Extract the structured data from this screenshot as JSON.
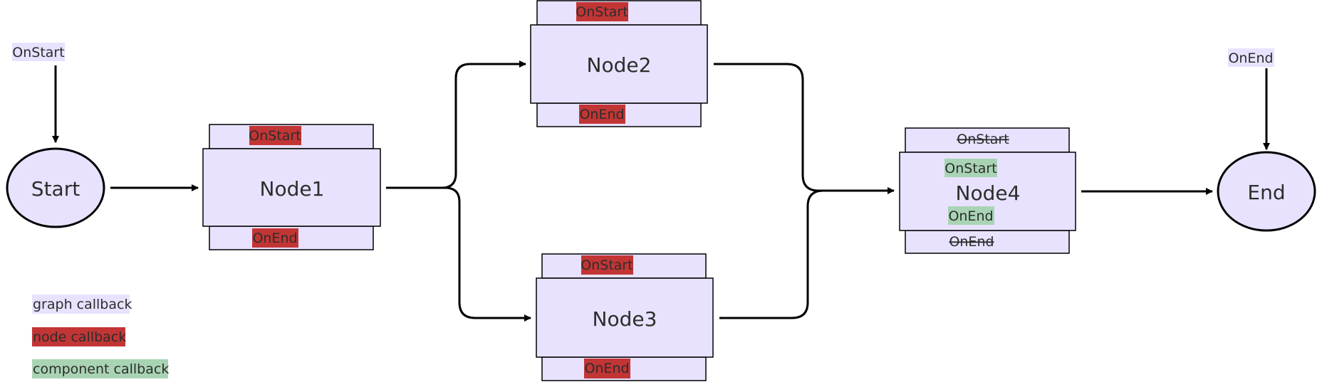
{
  "colors": {
    "node_fill": "#e8e2ff",
    "stroke": "#000000",
    "graph_callback": "#e8e2ff",
    "node_callback": "#c23535",
    "component_callback": "#a9d4b4"
  },
  "graph": {
    "start": {
      "label": "Start",
      "callback": "OnStart"
    },
    "end": {
      "label": "End",
      "callback": "OnEnd"
    }
  },
  "nodes": {
    "node1": {
      "label": "Node1",
      "top": "OnStart",
      "bottom": "OnEnd"
    },
    "node2": {
      "label": "Node2",
      "top": "OnStart",
      "bottom": "OnEnd"
    },
    "node3": {
      "label": "Node3",
      "top": "OnStart",
      "bottom": "OnEnd"
    },
    "node4": {
      "label": "Node4",
      "top": "OnStart",
      "bottom": "OnEnd",
      "inner_top": "OnStart",
      "inner_bottom": "OnEnd"
    }
  },
  "legend": {
    "graph": "graph callback",
    "node": "node callback",
    "component": "component callback"
  }
}
